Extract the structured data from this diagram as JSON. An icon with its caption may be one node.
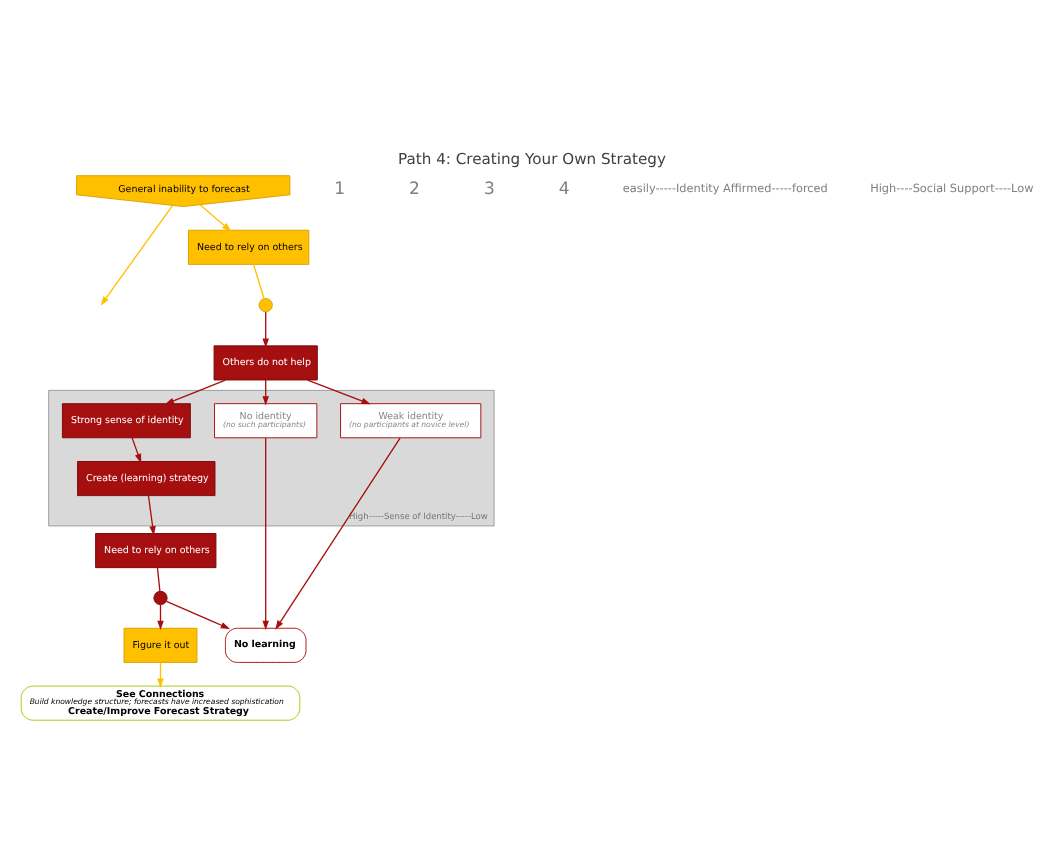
{
  "diagram": {
    "title": "Path 4: Creating Your Own Strategy",
    "nodes": [
      {
        "text": [
          "General inability to forecast"
        ]
      },
      {
        "text": [
          "Need to rely on others"
        ]
      },
      {
        "text": [],
        "shape": "circle"
      },
      {
        "text": [
          "Others do not help"
        ]
      },
      {
        "text": [
          "High-----Sense of Identity-----Low"
        ]
      },
      {
        "text": [
          "No identity",
          "(no such participants)"
        ],
        "in": 4
      },
      {
        "text": [
          "Weak identity",
          "(no participants at novice level)"
        ],
        "in": 4
      },
      {
        "text": [
          "Strong sense of identity"
        ],
        "in": 4
      },
      {
        "text": [
          "Create (learning) strategy"
        ],
        "in": 4
      },
      {
        "text": [
          "Need to rely on others"
        ]
      },
      {
        "text": [],
        "shape": "circle"
      },
      {
        "text": [
          "Figure it out"
        ]
      },
      {
        "text": [
          "No learning"
        ]
      },
      {
        "text": [
          "See Connections",
          "Build knowledge structure; forecasts have increased sophistication",
          "Create/Improve Forecast Strategy"
        ]
      }
    ],
    "edges": [
      {
        "from": 0,
        "to": 1,
        "arrow": "to",
        "color": "#ffc000"
      },
      {
        "from": 0,
        "to": null,
        "arrow": "to",
        "color": "#ffc000"
      },
      {
        "from": 1,
        "to": 2,
        "arrow": "none",
        "color": "#ffc000"
      },
      {
        "from": 2,
        "to": 3,
        "arrow": "to"
      },
      {
        "from": 3,
        "to": 5,
        "arrow": "to"
      },
      {
        "from": 3,
        "to": 6,
        "arrow": "to"
      },
      {
        "from": 3,
        "to": 7,
        "arrow": "to"
      },
      {
        "from": 5,
        "to": 12,
        "arrow": "to"
      },
      {
        "from": 6,
        "to": 12,
        "arrow": "to"
      },
      {
        "from": 7,
        "to": 8,
        "arrow": "to"
      },
      {
        "from": 8,
        "to": 9,
        "arrow": "to"
      },
      {
        "from": 9,
        "to": 10,
        "arrow": "none"
      },
      {
        "from": 10,
        "to": 11,
        "arrow": "to"
      },
      {
        "from": 10,
        "to": 12,
        "arrow": "to"
      },
      {
        "from": 11,
        "to": 13,
        "arrow": "to",
        "color": "#ffc000"
      }
    ],
    "labels": [
      "1",
      "2",
      "3",
      "4",
      "easily-----Identity Affirmed-----forced",
      "High----Social Support----Low"
    ]
  }
}
